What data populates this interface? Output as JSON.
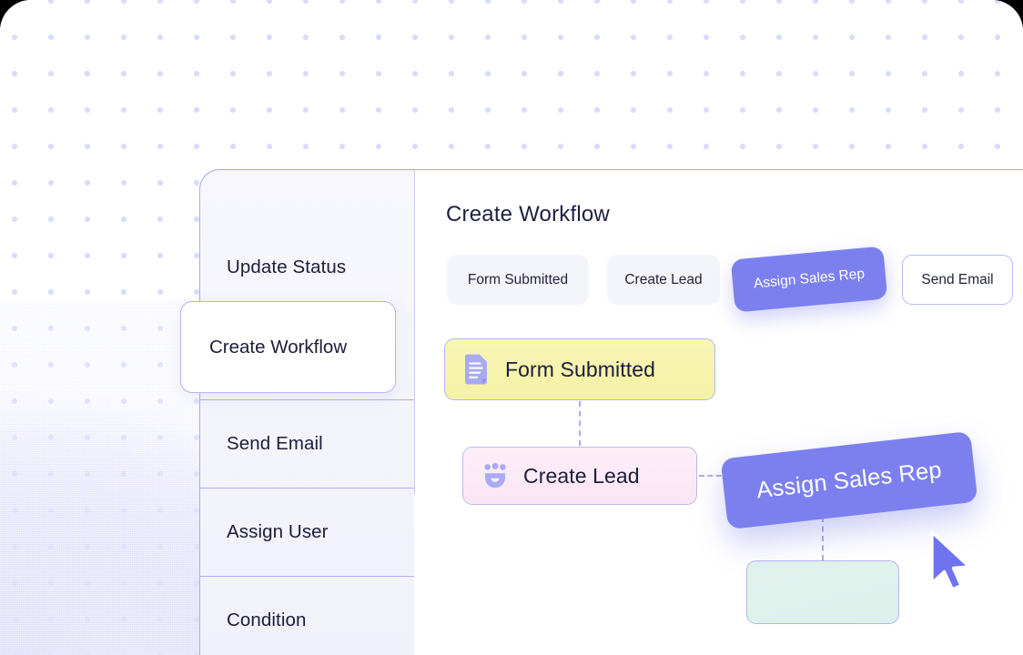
{
  "app": {
    "panel_title": "Create Workflow"
  },
  "sidebar": {
    "items": [
      {
        "label": "Update Status",
        "selected": false
      },
      {
        "label": "Create Workflow",
        "selected": true
      },
      {
        "label": "Send Email",
        "selected": false
      },
      {
        "label": "Assign User",
        "selected": false
      },
      {
        "label": "Condition",
        "selected": false
      }
    ]
  },
  "chips": [
    {
      "label": "Form Submitted",
      "style": "soft"
    },
    {
      "label": "Create Lead",
      "style": "soft"
    },
    {
      "label": "Assign Sales Rep",
      "style": "ghost"
    },
    {
      "label": "Send Email",
      "style": "outline"
    }
  ],
  "flow": {
    "nodes": [
      {
        "label": "Form Submitted",
        "icon": "document-form-icon",
        "color": "#f6f3ab"
      },
      {
        "label": "Create Lead",
        "icon": "lead-group-icon",
        "color": "#fbe8f4"
      },
      {
        "label": "",
        "icon": "",
        "color": "#dff1ec"
      }
    ],
    "drag_card": {
      "label": "Assign Sales Rep"
    }
  },
  "colors": {
    "accent": "#7c80ef",
    "border": "#b4b6f2",
    "text": "#1c1d3a",
    "node_yellow": "#f6f3ab",
    "node_pink": "#fbe8f4",
    "node_mint": "#dff1ec",
    "dot_grid": "#d9dcfb"
  },
  "icons": {
    "cursor": "mouse-pointer-icon"
  }
}
